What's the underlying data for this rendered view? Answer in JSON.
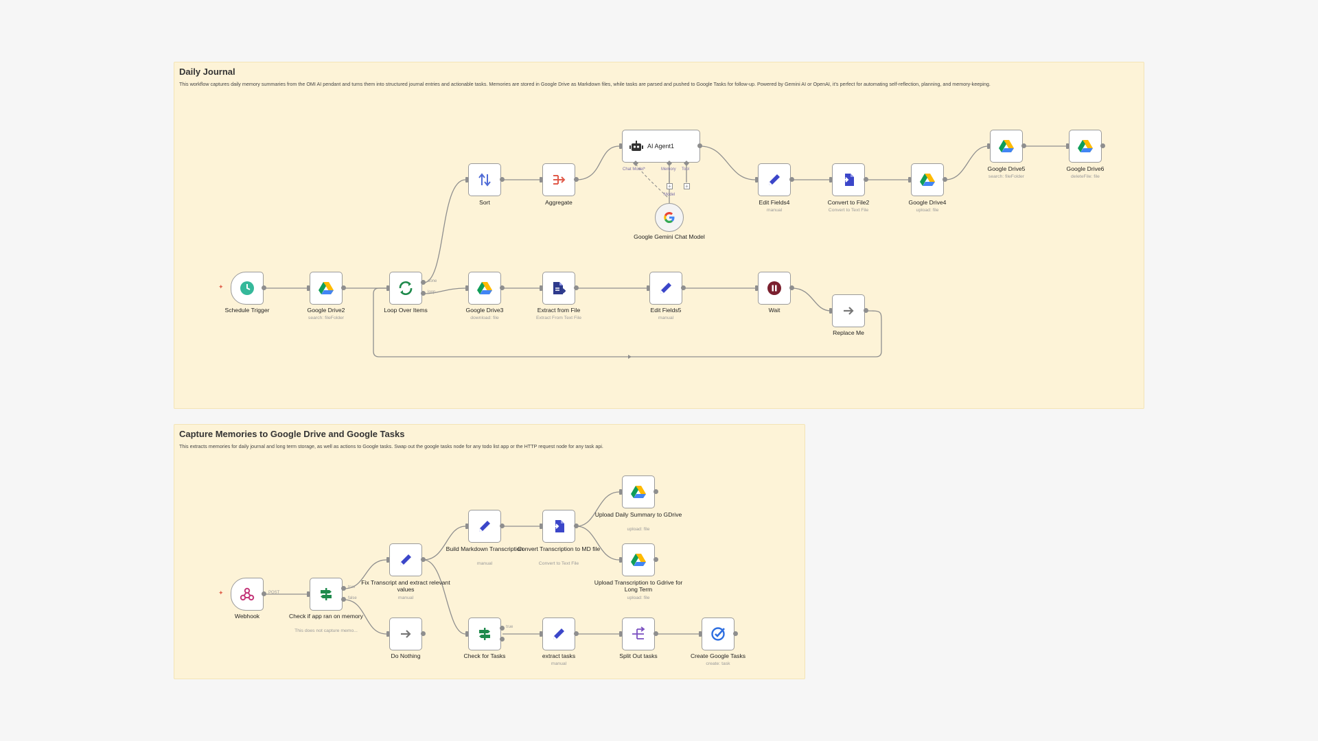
{
  "stickies": [
    {
      "title": "Daily Journal",
      "desc": "This workflow captures daily memory summaries from the OMI AI pendant and turns them into structured journal entries and actionable tasks. Memories are stored in Google Drive as Markdown files, while tasks are parsed and pushed to Google Tasks for follow-up. Powered by Gemini AI or OpenAI, it’s perfect for automating self-reflection, planning, and memory-keeping."
    },
    {
      "title": "Capture Memories to Google Drive and Google Tasks",
      "desc": "This extracts memories for daily journal and long term storage, as well as actions to Google tasks. Swap out the google tasks node for any todo list app or the HTTP request node for any task api."
    }
  ],
  "nodes": [
    {
      "id": "schedule",
      "label": "Schedule Trigger",
      "sub": "",
      "icon": "clock-icon",
      "color": "#35b89a"
    },
    {
      "id": "gdrive2",
      "label": "Google Drive2",
      "sub": "search: fileFolder",
      "icon": "google-drive-icon"
    },
    {
      "id": "loop",
      "label": "Loop Over Items",
      "sub": "",
      "icon": "loop-icon",
      "color": "#1f8a4c"
    },
    {
      "id": "sort",
      "label": "Sort",
      "sub": "",
      "icon": "sort-icon",
      "color": "#4f6bd6"
    },
    {
      "id": "aggregate",
      "label": "Aggregate",
      "sub": "",
      "icon": "aggregate-icon",
      "color": "#e05a4a"
    },
    {
      "id": "agent",
      "label": "AI Agent1",
      "sub": "",
      "icon": "robot-icon"
    },
    {
      "id": "gemini",
      "label": "Google Gemini Chat Model",
      "sub": "",
      "icon": "google-g-icon"
    },
    {
      "id": "edit4",
      "label": "Edit Fields4",
      "sub": "manual",
      "icon": "pencil-icon",
      "color": "#3b46c9"
    },
    {
      "id": "convert2",
      "label": "Convert to File2",
      "sub": "Convert to Text File",
      "icon": "convert-file-icon",
      "color": "#3b46c9"
    },
    {
      "id": "gdrive4",
      "label": "Google Drive4",
      "sub": "upload: file",
      "icon": "google-drive-icon"
    },
    {
      "id": "gdrive5",
      "label": "Google Drive5",
      "sub": "search: fileFolder",
      "icon": "google-drive-icon"
    },
    {
      "id": "gdrive6",
      "label": "Google Drive6",
      "sub": "deleteFile: file",
      "icon": "google-drive-icon"
    },
    {
      "id": "gdrive3",
      "label": "Google Drive3",
      "sub": "download: file",
      "icon": "google-drive-icon"
    },
    {
      "id": "extract",
      "label": "Extract from File",
      "sub": "Extract From Text File",
      "icon": "file-extract-icon",
      "color": "#2d3a8c"
    },
    {
      "id": "edit5",
      "label": "Edit Fields5",
      "sub": "manual",
      "icon": "pencil-icon",
      "color": "#3b46c9"
    },
    {
      "id": "wait",
      "label": "Wait",
      "sub": "",
      "icon": "pause-icon",
      "color": "#7a1f2e"
    },
    {
      "id": "replace",
      "label": "Replace Me",
      "sub": "",
      "icon": "arrow-right-icon",
      "color": "#777"
    },
    {
      "id": "webhook",
      "label": "Webhook",
      "sub": "",
      "icon": "webhook-icon",
      "color": "#c4387a"
    },
    {
      "id": "checkapp",
      "label": "Check if app ran on memory",
      "sub": "This does not capture memo...",
      "icon": "signpost-icon",
      "color": "#1f8a4c"
    },
    {
      "id": "fix",
      "label": "Fix Transcript and extract relevant values",
      "sub": "manual",
      "icon": "pencil-icon",
      "color": "#3b46c9"
    },
    {
      "id": "nothing",
      "label": "Do Nothing",
      "sub": "",
      "icon": "arrow-right-icon",
      "color": "#777"
    },
    {
      "id": "buildmd",
      "label": "Build Markdown Transcription",
      "sub": "manual",
      "icon": "pencil-icon",
      "color": "#3b46c9"
    },
    {
      "id": "convmd",
      "label": "Convert Transcription to MD file",
      "sub": "Convert to Text File",
      "icon": "convert-file-icon",
      "color": "#3b46c9"
    },
    {
      "id": "upsum",
      "label": "Upload Daily Summary to GDrive",
      "sub": "upload: file",
      "icon": "google-drive-icon"
    },
    {
      "id": "uptrans",
      "label": "Upload Transcription to Gdrive for Long Term",
      "sub": "upload: file",
      "icon": "google-drive-icon"
    },
    {
      "id": "checktasks",
      "label": "Check for Tasks",
      "sub": "",
      "icon": "signpost-icon",
      "color": "#1f8a4c"
    },
    {
      "id": "extracttasks",
      "label": "extract tasks",
      "sub": "manual",
      "icon": "pencil-icon",
      "color": "#3b46c9"
    },
    {
      "id": "splitout",
      "label": "Split Out tasks",
      "sub": "",
      "icon": "split-icon",
      "color": "#7a4fc0"
    },
    {
      "id": "createtask",
      "label": "Create Google Tasks",
      "sub": "create: task",
      "icon": "google-tasks-icon",
      "color": "#2f6fe0"
    }
  ],
  "port_labels": {
    "loop_done": "done",
    "loop_loop": "loop",
    "webhook_post": "POST",
    "checkapp_true": "true",
    "checkapp_false": "false",
    "checktasks_true": "true"
  },
  "agent_subports": {
    "chat_model": "Chat Model*",
    "memory": "Memory",
    "tool": "Tool",
    "model": "Model"
  }
}
